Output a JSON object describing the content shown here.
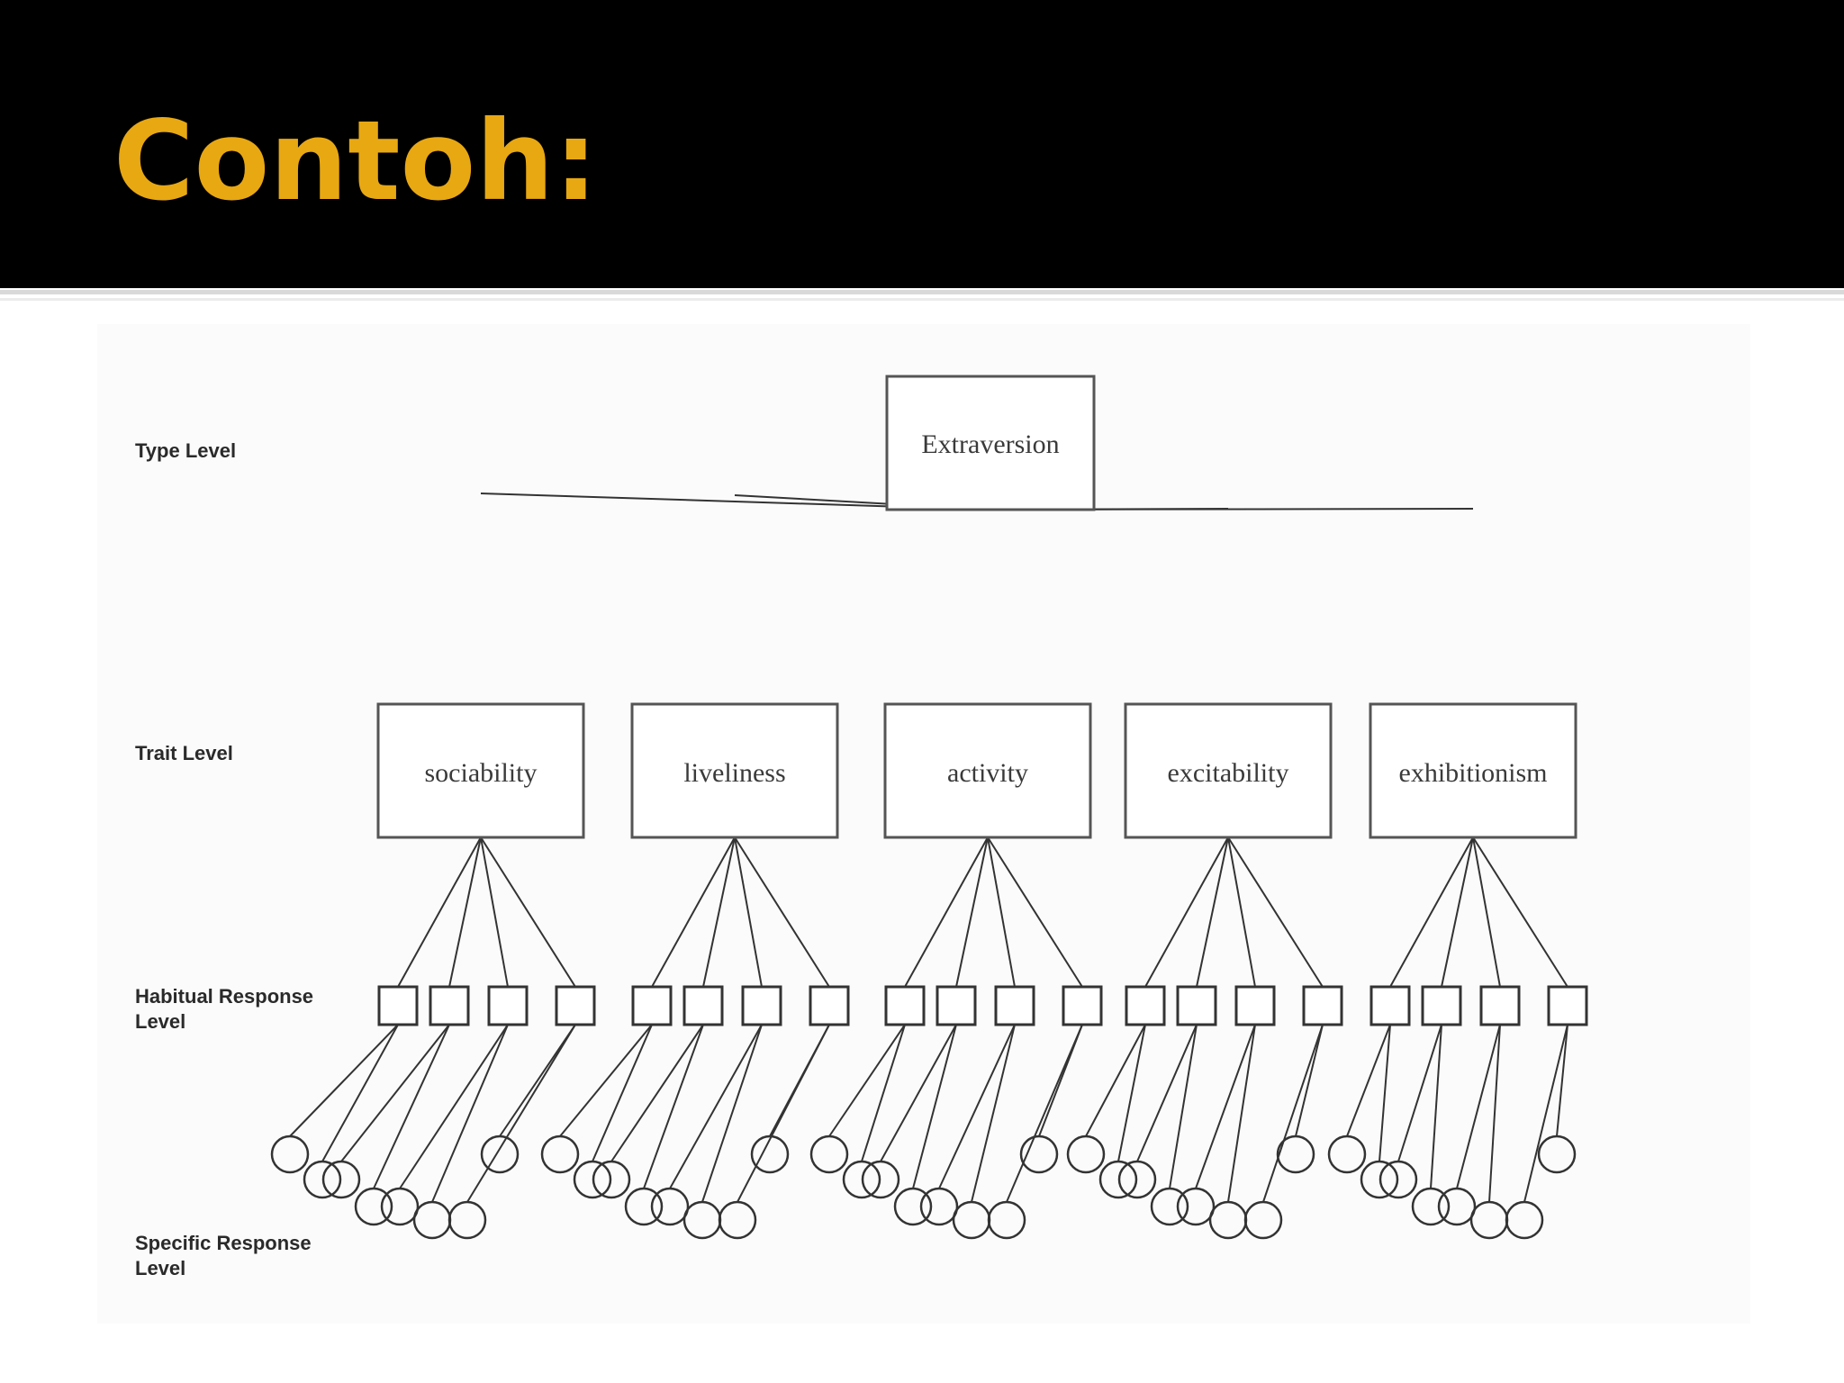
{
  "slide": {
    "title": "Contoh:",
    "colors": {
      "header_background": "#000000",
      "title_color": "#e8a812"
    }
  },
  "diagram": {
    "levels": {
      "type": "Type Level",
      "trait": "Trait Level",
      "habitual_line1": "Habitual Response",
      "habitual_line2": "Level",
      "specific_line1": "Specific Response",
      "specific_line2": "Level"
    },
    "type_node": "Extraversion",
    "trait_nodes": [
      "sociability",
      "liveliness",
      "activity",
      "excitability",
      "exhibitionism"
    ],
    "habitual_per_trait": 4,
    "specific_per_habitual": 2
  }
}
